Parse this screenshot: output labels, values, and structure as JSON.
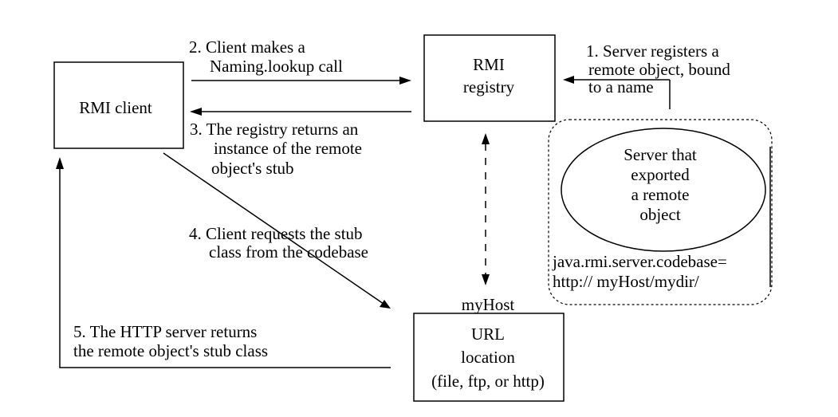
{
  "nodes": {
    "rmi_client": [
      "RMI client"
    ],
    "rmi_registry": [
      "RMI",
      "registry"
    ],
    "server": [
      "Server that",
      "exported",
      "a remote",
      "object"
    ],
    "url_location": [
      "URL",
      "location",
      "(file, ftp, or http)"
    ],
    "my_host": "myHost",
    "codebase": [
      "java.rmi.server.codebase=",
      "http:// myHost/mydir/"
    ]
  },
  "steps": {
    "step1": [
      "1. Server registers a",
      "remote object, bound",
      "to a name"
    ],
    "step2": [
      "2. Client makes a",
      "Naming.lookup call"
    ],
    "step3": [
      "3. The registry returns an",
      "instance of the remote",
      "object's stub"
    ],
    "step4": [
      "4. Client requests the stub",
      "class from the codebase"
    ],
    "step5": [
      "5. The HTTP server returns",
      "the remote object's stub class"
    ]
  }
}
